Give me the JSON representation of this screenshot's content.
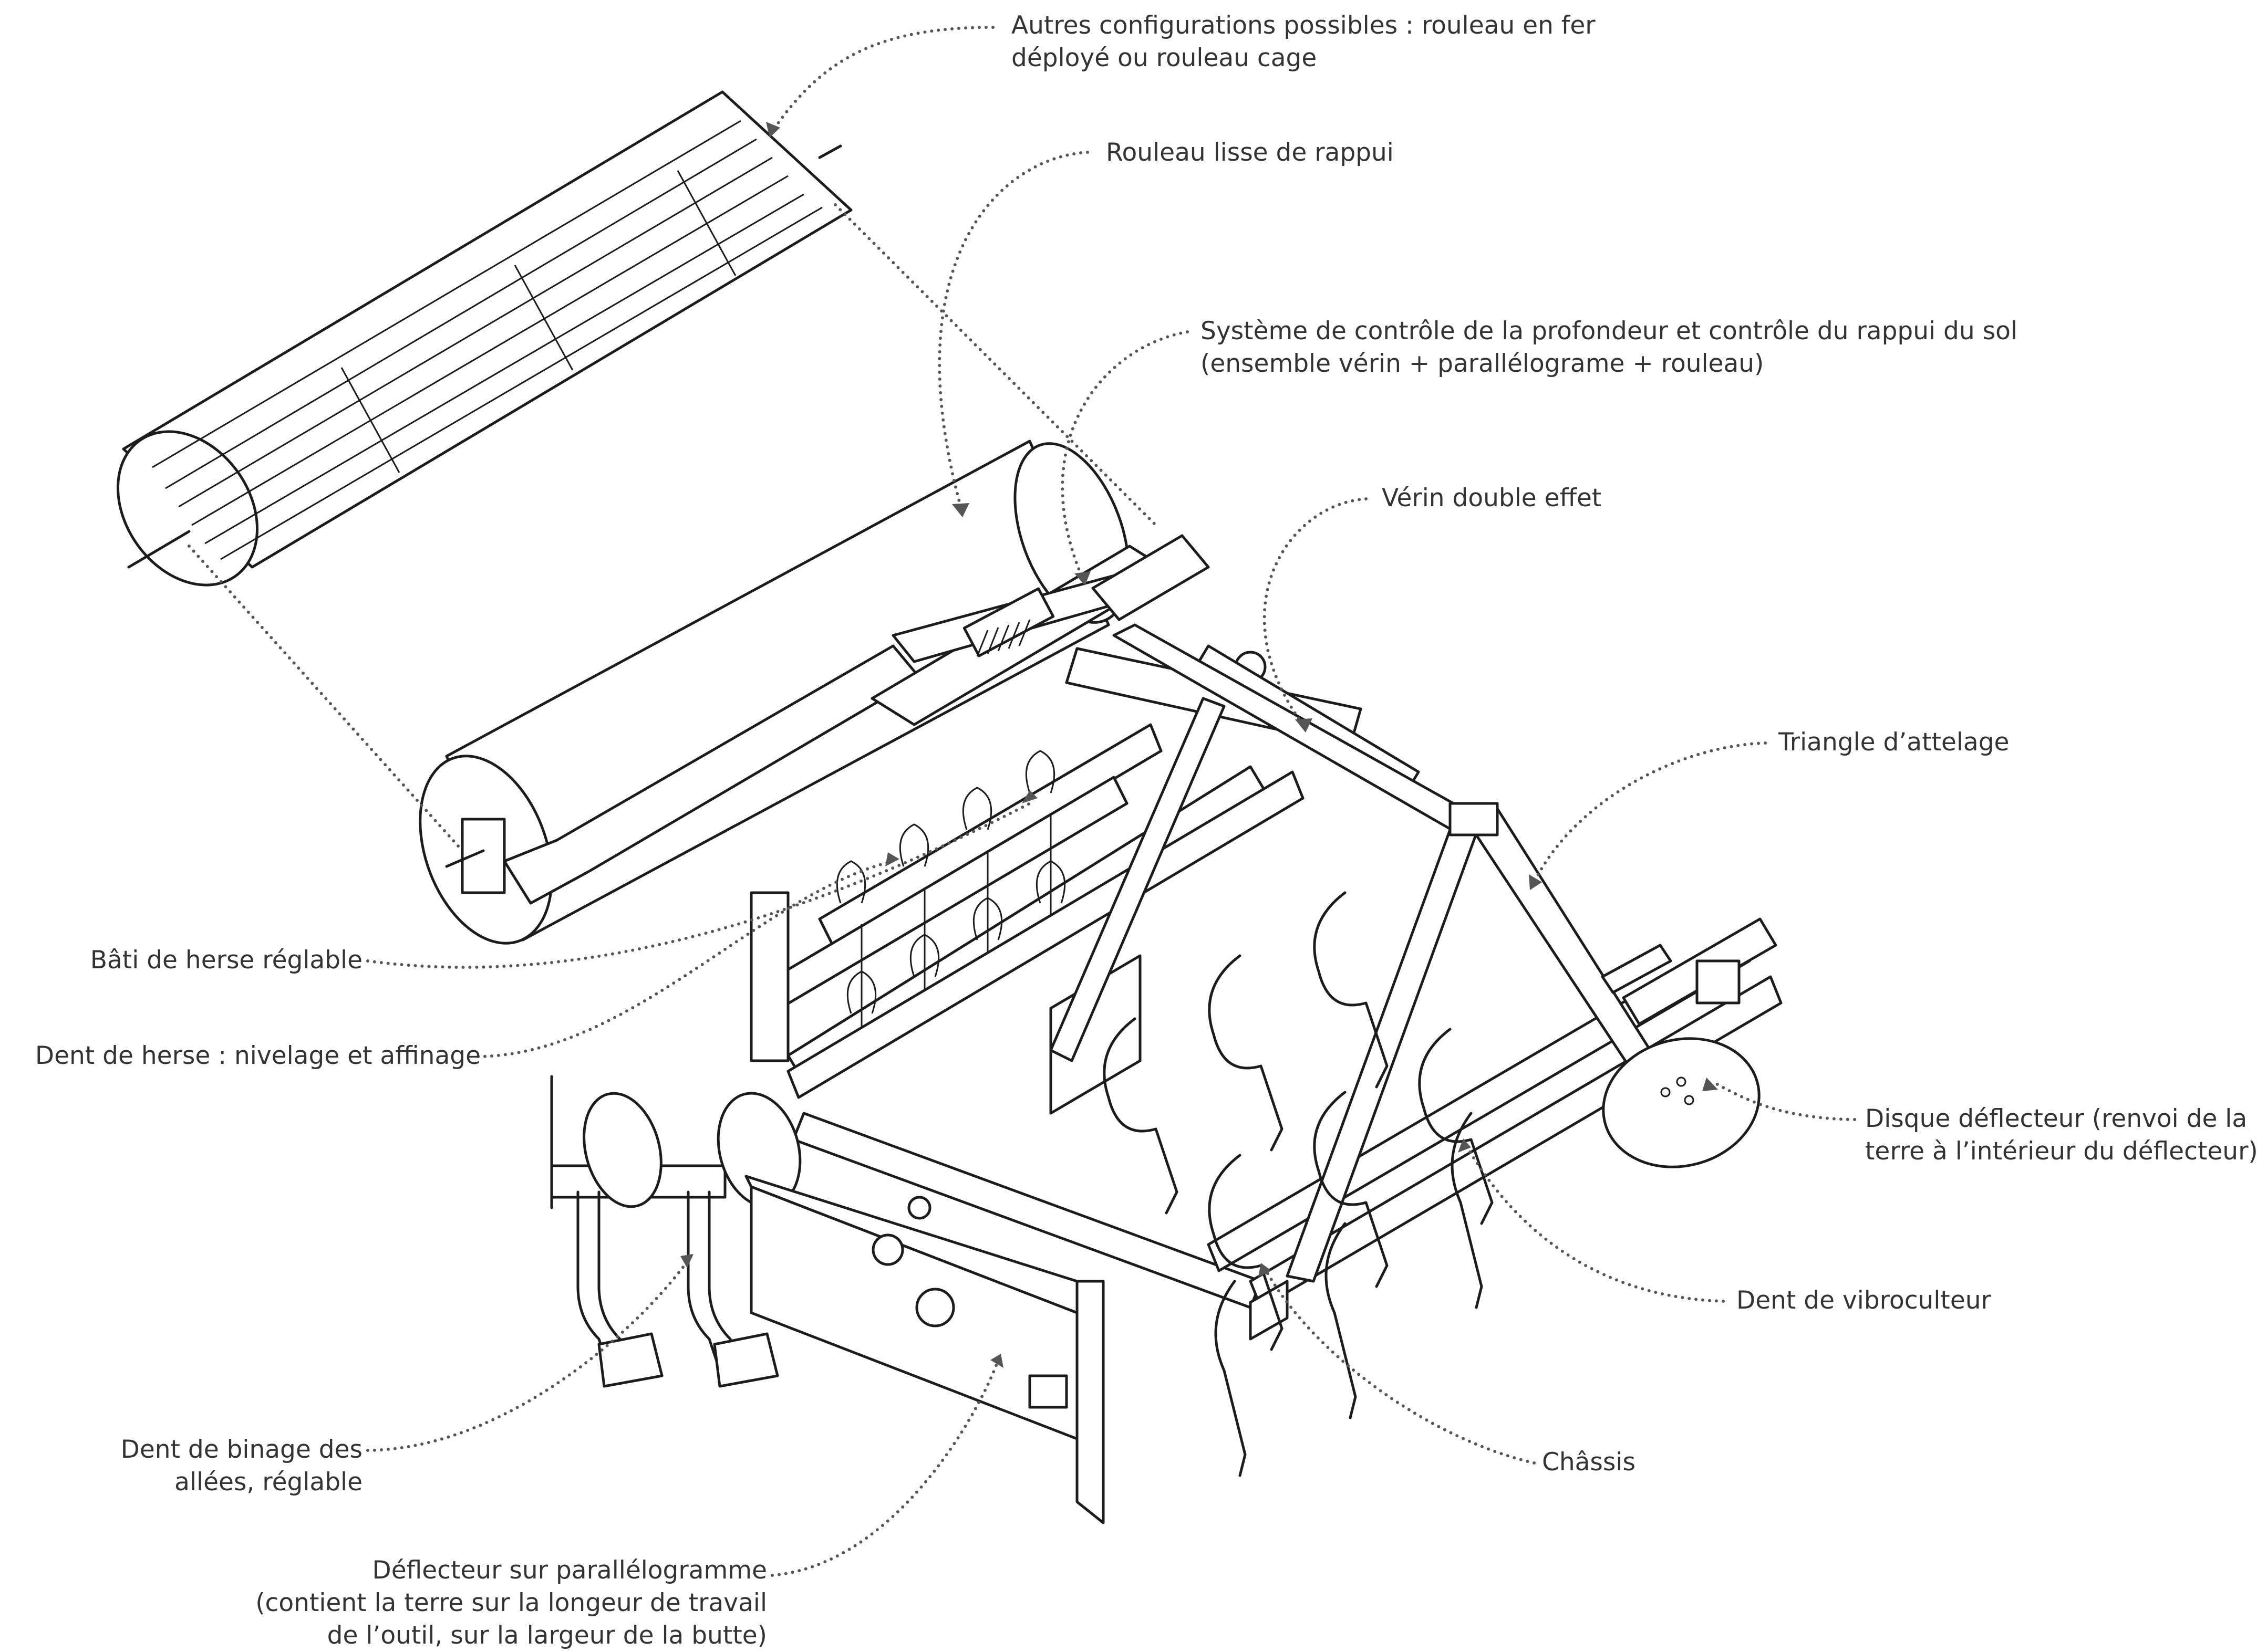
{
  "labels": {
    "autres_configurations": [
      "Autres configurations possibles : rouleau en fer",
      "déployé ou rouleau cage"
    ],
    "rouleau_lisse": [
      "Rouleau lisse de rappui"
    ],
    "systeme_controle": [
      "Système de contrôle de la profondeur et contrôle du rappui du sol",
      "(ensemble vérin + parallélograme + rouleau)"
    ],
    "verin": [
      "Vérin double effet"
    ],
    "triangle": [
      "Triangle d’attelage"
    ],
    "bati_herse": [
      "Bâti de herse réglable"
    ],
    "dent_herse": [
      "Dent de herse : nivelage et affinage"
    ],
    "disque": [
      "Disque déflecteur (renvoi de la",
      "terre à l’intérieur du déflecteur)"
    ],
    "dent_vibro": [
      "Dent de vibroculteur"
    ],
    "dent_binage": [
      "Dent de binage des",
      "allées, réglable"
    ],
    "chassis": [
      "Châssis"
    ],
    "deflecteur": [
      "Déflecteur sur parallélogramme",
      "(contient la terre sur la longeur de travail",
      "de l’outil, sur la largeur de la butte)"
    ]
  },
  "colors": {
    "ink": "#1c1c1c",
    "text": "#333333",
    "leader": "#555555",
    "background": "#ffffff"
  }
}
